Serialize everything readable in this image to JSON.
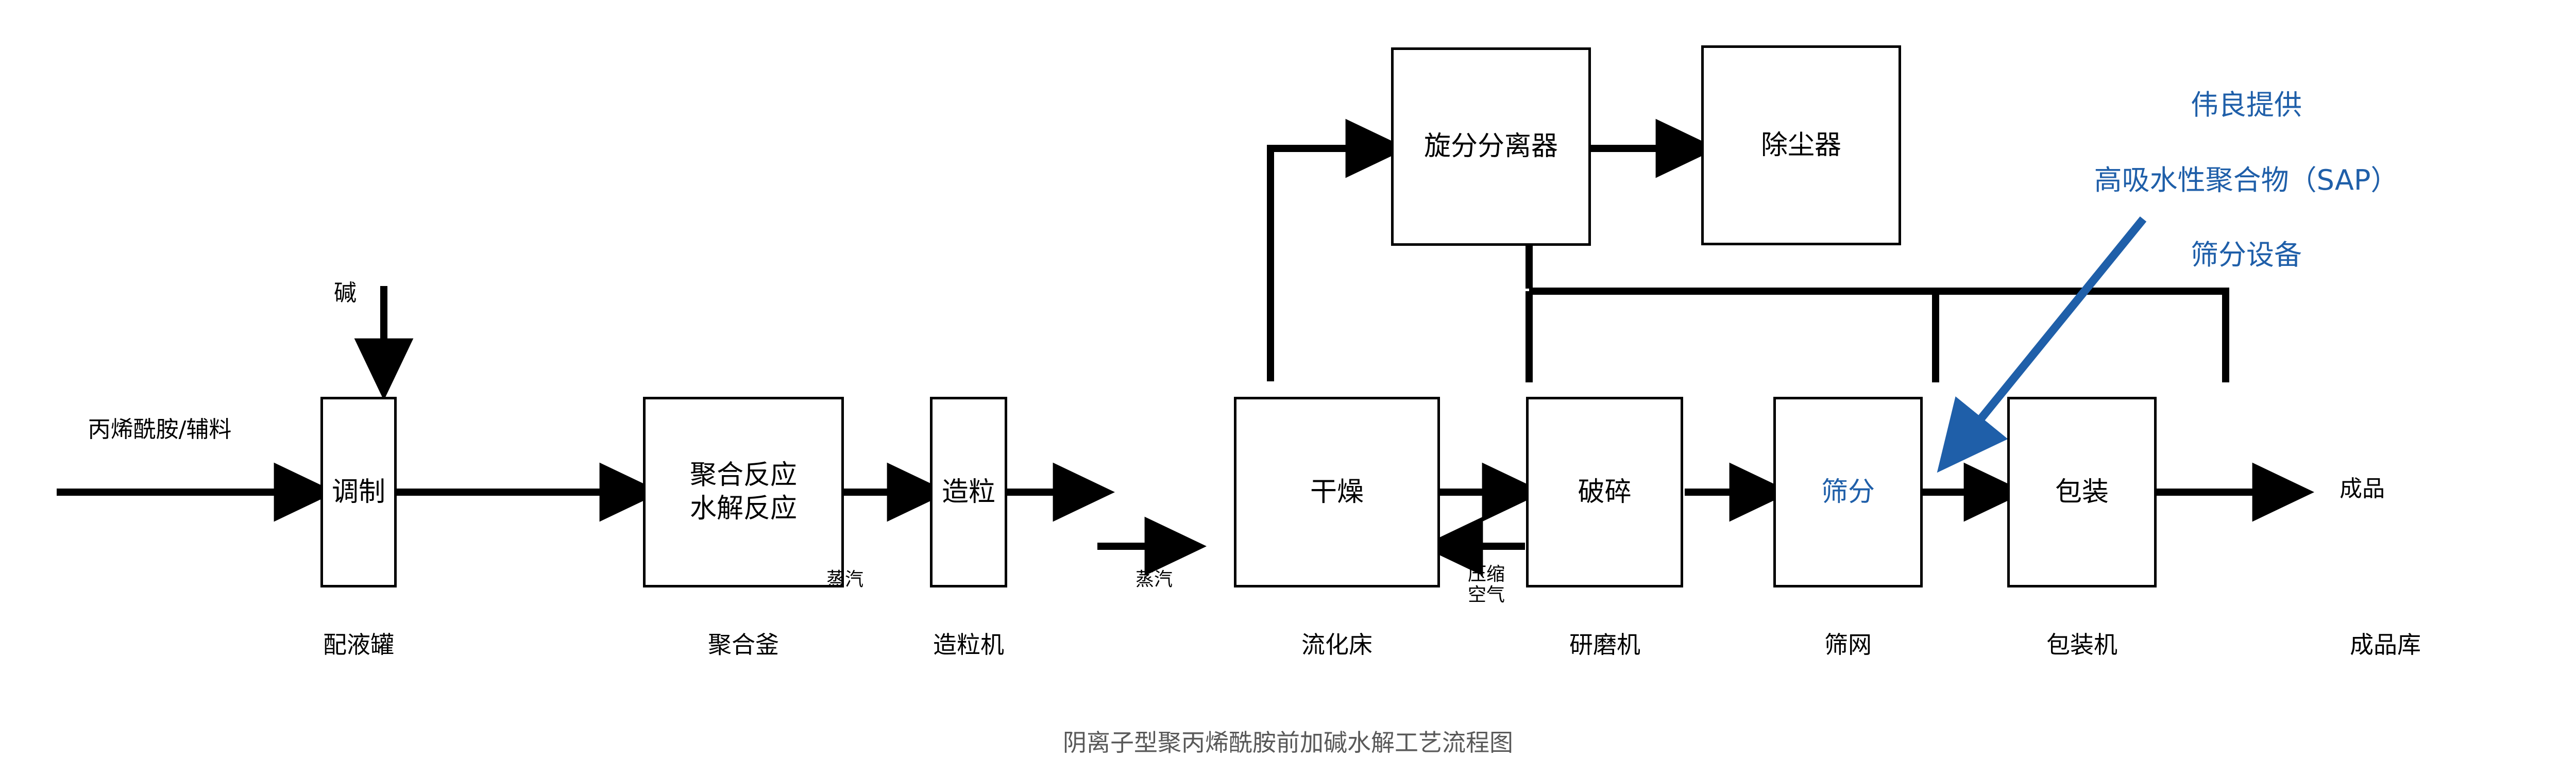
{
  "figure": {
    "title": "阴离子型聚丙烯酰胺前加碱水解工艺流程图",
    "title_color": "#595959",
    "accent_color": "#1f5fa9",
    "line_color": "#000000"
  },
  "nodes": [
    {
      "id": "tiaozhi",
      "label": "调制",
      "caption": "配液罐"
    },
    {
      "id": "juhe",
      "label": "聚合反应\n水解反应",
      "caption": "聚合釜"
    },
    {
      "id": "zaoli",
      "label": "造粒",
      "caption": "造粒机"
    },
    {
      "id": "ganzao",
      "label": "干燥",
      "caption": "流化床"
    },
    {
      "id": "posui",
      "label": "破碎",
      "caption": "研磨机"
    },
    {
      "id": "shaifen",
      "label": "筛分",
      "caption": "筛网"
    },
    {
      "id": "baozhuang",
      "label": "包装",
      "caption": "包装机"
    },
    {
      "id": "xuanfen",
      "label": "旋分分离器",
      "caption": ""
    },
    {
      "id": "chuchen",
      "label": "除尘器",
      "caption": ""
    }
  ],
  "flow_labels": {
    "feed": "丙烯酰胺/辅料",
    "alkali": "碱",
    "product": "成品",
    "product_caption": "成品库"
  },
  "utilities": [
    {
      "id": "steam-juhe",
      "label": "蒸汽"
    },
    {
      "id": "steam-ganzao",
      "label": "蒸汽"
    },
    {
      "id": "compressed-air",
      "label": "压缩\n空气"
    }
  ],
  "annotation": {
    "line1": "伟良提供",
    "line2": "高吸水性聚合物（SAP）",
    "line3": "筛分设备"
  }
}
